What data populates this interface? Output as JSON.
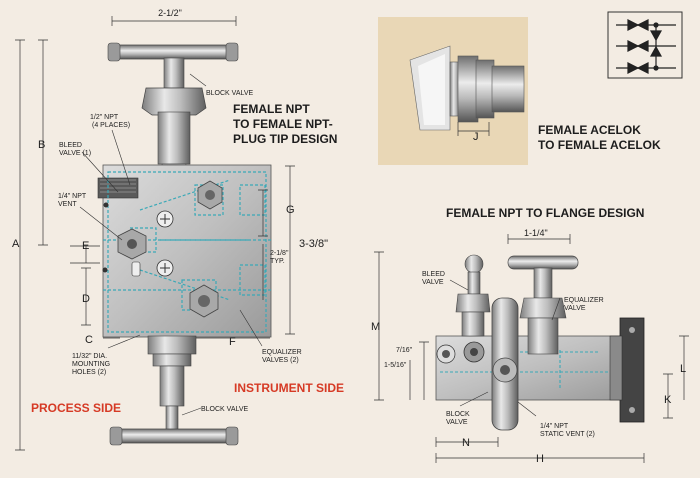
{
  "labels": {
    "block_valve_top": "BLOCK VALVE",
    "block_valve_bottom": "BLOCK VALVE",
    "npt_half": "1/2\" NPT",
    "npt_places": "(4 PLACES)",
    "bleed_valve_1a": "BLEED",
    "bleed_valve_1b": "VALVE (1)",
    "npt_vent_a": "1/4\" NPT",
    "npt_vent_b": "VENT",
    "mount_a": "11/32\" DIA.",
    "mount_b": "MOUNTING",
    "mount_c": "HOLES (2)",
    "equalizer_a": "EQUALIZER",
    "equalizer_b": "VALVES (2)",
    "typ_a": "2-1/8\"",
    "typ_b": "TYP.",
    "process_side": "PROCESS SIDE",
    "instrument_side": "INSTRUMENT SIDE",
    "title_a1": "FEMALE NPT",
    "title_a2": "TO FEMALE NPT-",
    "title_a3": "PLUG TIP DESIGN",
    "title_b1": "FEMALE ACELOK",
    "title_b2": "TO FEMALE ACELOK",
    "title_c": "FEMALE NPT TO FLANGE DESIGN",
    "bleed_valve_2a": "BLEED",
    "bleed_valve_2b": "VALVE",
    "equalizer_valve_a": "EQUALIZER",
    "equalizer_valve_b": "VALVE",
    "block_valve_side_a": "BLOCK",
    "block_valve_side_b": "VALVE",
    "static_vent_a": "1/4\" NPT",
    "static_vent_b": "STATIC VENT (2)"
  },
  "dimensions": {
    "top_width": "2-1/2\"",
    "overall_height": "3-3/8\"",
    "A": "A",
    "B": "B",
    "C": "C",
    "D": "D",
    "E": "E",
    "F": "F",
    "G": "G",
    "J": "J",
    "side_width": "1-1/4\"",
    "seven_sixteenths": "7/16\"",
    "one_five_sixteenths": "1-5/16\"",
    "M": "M",
    "N": "N",
    "H": "H",
    "L": "L",
    "K": "K"
  },
  "colors": {
    "background": "#f3ece3",
    "photo_panel": "#e9d7b6",
    "accent_red": "#d63a25",
    "blueprint_cyan": "#3aa9b7"
  }
}
